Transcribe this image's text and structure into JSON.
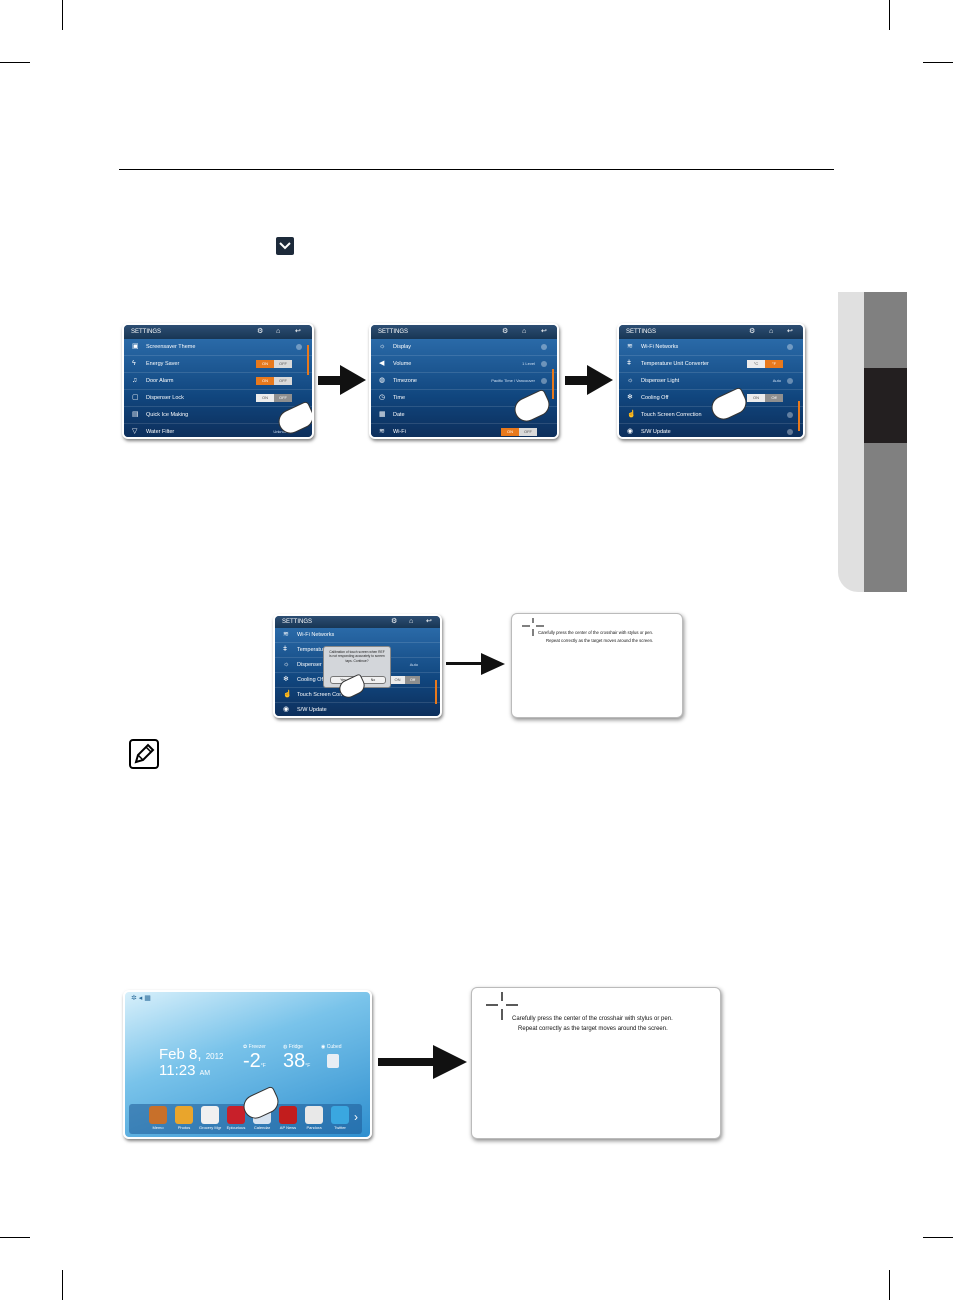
{
  "icons": {
    "dropdown": "chevron-down-icon",
    "note": "memo-pencil-icon",
    "home": "home-icon",
    "back": "back-icon",
    "settings_head": "settings-icon"
  },
  "colors": {
    "accent": "#e8791c",
    "screen_blue": "#1a5a99",
    "tab_light": "#e0e0e0",
    "tab_mid": "#808080",
    "tab_dark": "#231f20"
  },
  "settings_screen_1": {
    "title": "SETTINGS",
    "rows": [
      {
        "label": "Screensaver Theme",
        "icon": "screensaver-icon"
      },
      {
        "label": "Energy Saver",
        "icon": "energy-icon",
        "on": "ON",
        "off": "OFF",
        "state": "off"
      },
      {
        "label": "Door Alarm",
        "icon": "alarm-icon",
        "on": "ON",
        "off": "OFF",
        "state": "off"
      },
      {
        "label": "Dispenser Lock",
        "icon": "lock-icon",
        "on": "ON",
        "off": "OFF",
        "state": "on"
      },
      {
        "label": "Quick Ice Making",
        "icon": "ice-icon"
      },
      {
        "label": "Water Filter",
        "icon": "filter-icon",
        "value": "Unknown"
      }
    ]
  },
  "settings_screen_2": {
    "title": "SETTINGS",
    "rows": [
      {
        "label": "Display",
        "icon": "display-icon"
      },
      {
        "label": "Volume",
        "icon": "volume-icon",
        "value": "1 Level"
      },
      {
        "label": "Timezone",
        "icon": "globe-icon",
        "value": "Pacific Time / Vancouver"
      },
      {
        "label": "Time",
        "icon": "clock-icon"
      },
      {
        "label": "Date",
        "icon": "calendar-icon"
      },
      {
        "label": "Wi-Fi",
        "icon": "wifi-icon",
        "on": "ON",
        "off": "OFF",
        "state": "off"
      }
    ]
  },
  "settings_screen_3": {
    "title": "SETTINGS",
    "rows": [
      {
        "label": "Wi-Fi Networks",
        "icon": "wifi-icon"
      },
      {
        "label": "Temperature Unit Converter",
        "icon": "thermometer-icon",
        "on": "°C",
        "off": "°F",
        "state": "f"
      },
      {
        "label": "Dispenser Light",
        "icon": "light-icon",
        "value": "Auto"
      },
      {
        "label": "Cooling Off",
        "icon": "cooling-icon",
        "on": "ON",
        "off": "Off",
        "state": "on"
      },
      {
        "label": "Touch Screen Correction",
        "icon": "touch-icon"
      },
      {
        "label": "S/W Update",
        "icon": "update-icon"
      }
    ]
  },
  "settings_screen_4": {
    "title": "SETTINGS",
    "rows": [
      {
        "label": "Wi-Fi Networks",
        "icon": "wifi-icon"
      },
      {
        "label": "Temperature",
        "icon": "thermometer-icon"
      },
      {
        "label": "Dispenser Li",
        "icon": "light-icon",
        "value": "Auto"
      },
      {
        "label": "Cooling Off",
        "icon": "cooling-icon",
        "on": "ON",
        "off": "Off"
      },
      {
        "label": "Touch Screen Correctio",
        "icon": "touch-icon"
      },
      {
        "label": "S/W Update",
        "icon": "update-icon"
      }
    ],
    "dialog": {
      "text": "Calibration of touch screen when REF is not responding accurately to screen taps. Continue?",
      "yes": "Yes",
      "no": "No"
    }
  },
  "calibration_small": {
    "line1": "Carefully press the center of the crosshair with stylus or pen.",
    "line2": "Repeat correctly as the target moves around the screen."
  },
  "calibration_large": {
    "line1": "Carefully press the center of the crosshair with stylus or pen.",
    "line2": "Repeat correctly as the target moves around the screen."
  },
  "home_screen": {
    "date": "Feb 8,",
    "year": "2012",
    "time": "11:23",
    "ampm": "AM",
    "freezer_label": "Freezer",
    "freezer_temp": "-2",
    "freezer_unit": "°F",
    "fridge_label": "Fridge",
    "fridge_temp": "38",
    "fridge_unit": "°F",
    "cubed_label": "Cubed",
    "apps": [
      {
        "label": "Memo",
        "icon": "memo-app-icon",
        "color": "#c8702a"
      },
      {
        "label": "Photos",
        "icon": "photos-app-icon",
        "color": "#e9a52c"
      },
      {
        "label": "Grocery Mgr",
        "icon": "grocery-app-icon",
        "color": "#f0f0f0"
      },
      {
        "label": "Epicurious",
        "icon": "epicurious-app-icon",
        "color": "#c8202a"
      },
      {
        "label": "Calendar",
        "icon": "calendar-app-icon",
        "color": "#d7e3f0"
      },
      {
        "label": "AP News",
        "icon": "apnews-app-icon",
        "color": "#c21d1d"
      },
      {
        "label": "Pandora",
        "icon": "pandora-app-icon",
        "color": "#e8e8e8"
      },
      {
        "label": "Twitter",
        "icon": "twitter-app-icon",
        "color": "#3aa7e0"
      }
    ]
  }
}
